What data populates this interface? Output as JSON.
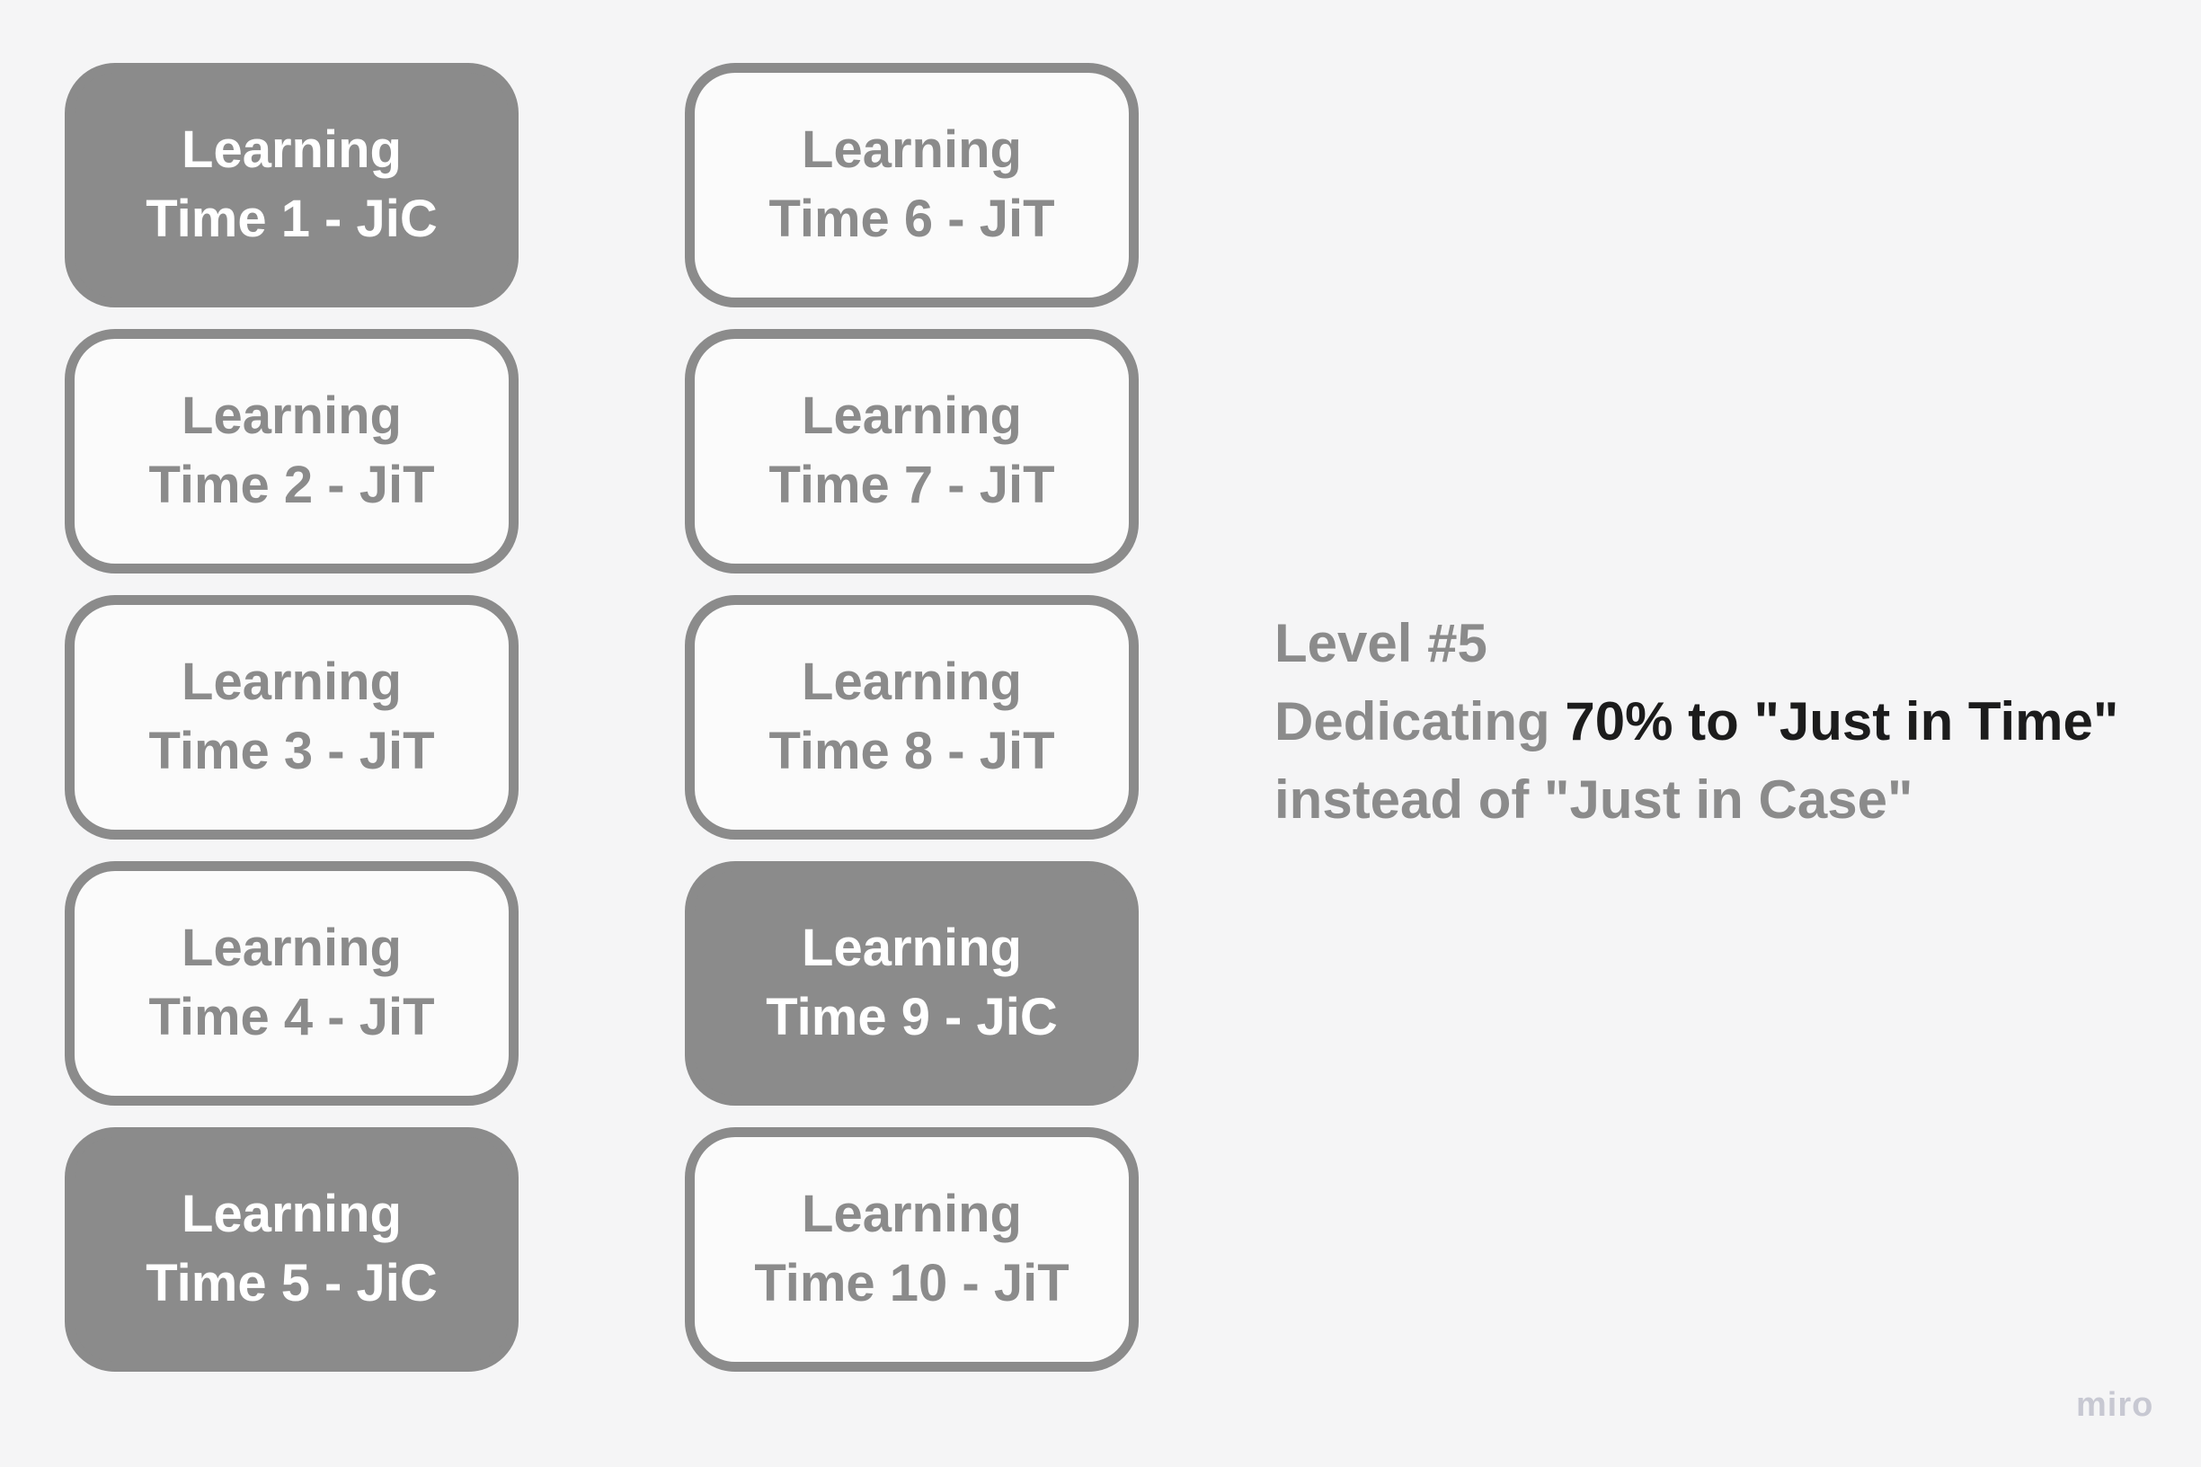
{
  "board": {
    "background": "#f5f5f6"
  },
  "colors": {
    "shape_gray": "#8b8b8b",
    "shape_fill_light": "#fbfbfb",
    "label_on_filled": "#ffffff",
    "caption_emphasis": "#1c1c1c",
    "watermark": "#c7c8d2"
  },
  "columns": [
    {
      "name": "left",
      "boxes": [
        {
          "id": "learning-time-1",
          "variant": "filled",
          "lines": [
            "Learning",
            "Time 1 - JiC"
          ]
        },
        {
          "id": "learning-time-2",
          "variant": "outline",
          "lines": [
            "Learning",
            "Time 2 - JiT"
          ]
        },
        {
          "id": "learning-time-3",
          "variant": "outline",
          "lines": [
            "Learning",
            "Time 3 - JiT"
          ]
        },
        {
          "id": "learning-time-4",
          "variant": "outline",
          "lines": [
            "Learning",
            "Time 4 - JiT"
          ]
        },
        {
          "id": "learning-time-5",
          "variant": "filled",
          "lines": [
            "Learning",
            "Time 5 - JiC"
          ]
        }
      ]
    },
    {
      "name": "right",
      "boxes": [
        {
          "id": "learning-time-6",
          "variant": "outline",
          "lines": [
            "Learning",
            "Time 6 - JiT"
          ]
        },
        {
          "id": "learning-time-7",
          "variant": "outline",
          "lines": [
            "Learning",
            "Time 7 - JiT"
          ]
        },
        {
          "id": "learning-time-8",
          "variant": "outline",
          "lines": [
            "Learning",
            "Time 8 - JiT"
          ]
        },
        {
          "id": "learning-time-9",
          "variant": "filled",
          "lines": [
            "Learning",
            "Time 9 - JiC"
          ]
        },
        {
          "id": "learning-time-10",
          "variant": "outline",
          "lines": [
            "Learning",
            "Time 10 - JiT"
          ]
        }
      ]
    }
  ],
  "caption": {
    "line1": "Level #5",
    "line2_gray": "Dedicating ",
    "line2_emphasis": "70% to \"Just in Time\"",
    "line3": "instead of \"Just in Case\""
  },
  "watermark": {
    "text": "miro"
  }
}
